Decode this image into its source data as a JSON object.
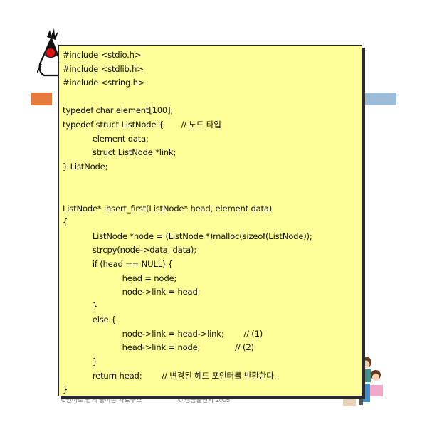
{
  "colors": {
    "code_bg": "#ffff99",
    "accent_left": "#e87a3e",
    "accent_right": "#9dbcd8"
  },
  "icons": {
    "top_left": "java-duke-mascot-icon",
    "bottom_right": "students-illustration-icon"
  },
  "footer": {
    "left": "C언어로 쉽게 풀어쓴 자료구조",
    "right": "© 생능출판사 2005"
  },
  "code": {
    "lines": [
      "#include <stdio.h>",
      "#include <stdlib.h>",
      "#include <string.h>",
      "",
      "typedef char element[100];",
      "typedef struct ListNode {       // 노드 타입",
      "            element data;",
      "            struct ListNode *link;",
      "} ListNode;",
      "",
      "",
      "ListNode* insert_first(ListNode* head, element data)",
      "{",
      "            ListNode *node = (ListNode *)malloc(sizeof(ListNode));",
      "            strcpy(node->data, data);",
      "            if (head == NULL) {",
      "                        head = node;",
      "                        node->link = head;",
      "            }",
      "            else {",
      "                        node->link = head->link;        // (1)",
      "                        head->link = node;              // (2)",
      "            }",
      "            return head;        // 변경된 헤드 포인터를 반환한다.",
      "}"
    ]
  }
}
